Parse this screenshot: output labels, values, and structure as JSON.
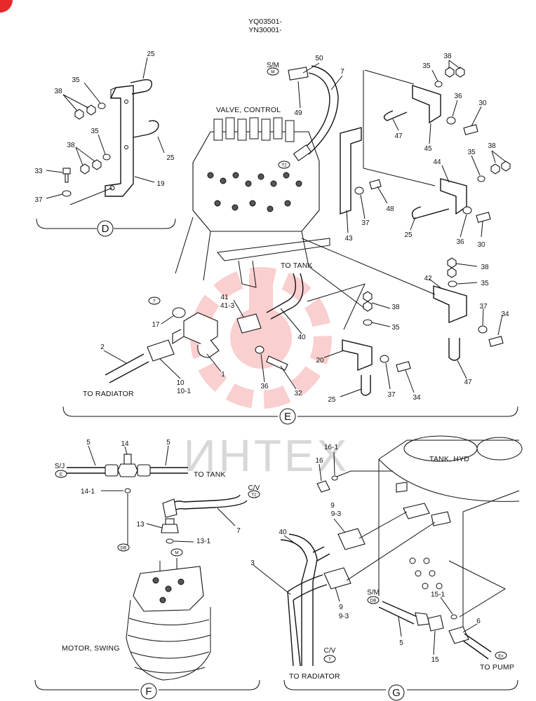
{
  "header": {
    "line1": "YQ03501-",
    "line2": "YN30001-"
  },
  "watermark": {
    "text": "ИНТЕХ",
    "color": "#e8282b"
  },
  "corner_badge": {
    "color": "#e8282b"
  },
  "sections": {
    "D": "D",
    "E": "E",
    "F": "F",
    "G": "G"
  },
  "captions": {
    "valve_control": "VALVE, CONTROL",
    "to_tank_e": "TO TANK",
    "to_radiator_e": "TO RADIATOR",
    "to_tank_f": "TO TANK",
    "motor_swing": "MOTOR, SWING",
    "tank_hyd": "TANK, HYD",
    "to_radiator_g": "TO RADIATOR",
    "to_pump": "TO PUMP"
  },
  "connection_labels": {
    "sm_e": "S/M",
    "sm_e_mark": "M",
    "t2_e": "T2",
    "t_e": "T",
    "sj_f": "S/J",
    "sj_f_mark": "E",
    "cv_f": "C/V",
    "cv_f_mark": "T2",
    "db_f": "DB",
    "m_f": "M",
    "sm_g": "S/M",
    "sm_g_mark": "DB",
    "cv_g": "C/V",
    "cv_g_mark": "T",
    "ex_g": "Ex"
  },
  "parts_d": [
    "25",
    "35",
    "38",
    "35",
    "38",
    "25",
    "33",
    "37",
    "19"
  ],
  "parts_e": [
    "50",
    "7",
    "49",
    "38",
    "35",
    "36",
    "30",
    "47",
    "45",
    "38",
    "35",
    "44",
    "43",
    "37",
    "48",
    "25",
    "36",
    "30",
    "38",
    "35",
    "42",
    "37",
    "34",
    "47",
    "41",
    "41-3",
    "17",
    "40",
    "38",
    "35",
    "2",
    "10",
    "10-1",
    "1",
    "36",
    "32",
    "20",
    "37",
    "34",
    "25"
  ],
  "parts_f": [
    "5",
    "14",
    "5",
    "14-1",
    "13",
    "13-1",
    "7"
  ],
  "parts_g": [
    "16",
    "16-1",
    "9",
    "9-3",
    "40",
    "3",
    "9",
    "9-3",
    "15-1",
    "6",
    "5",
    "15"
  ]
}
